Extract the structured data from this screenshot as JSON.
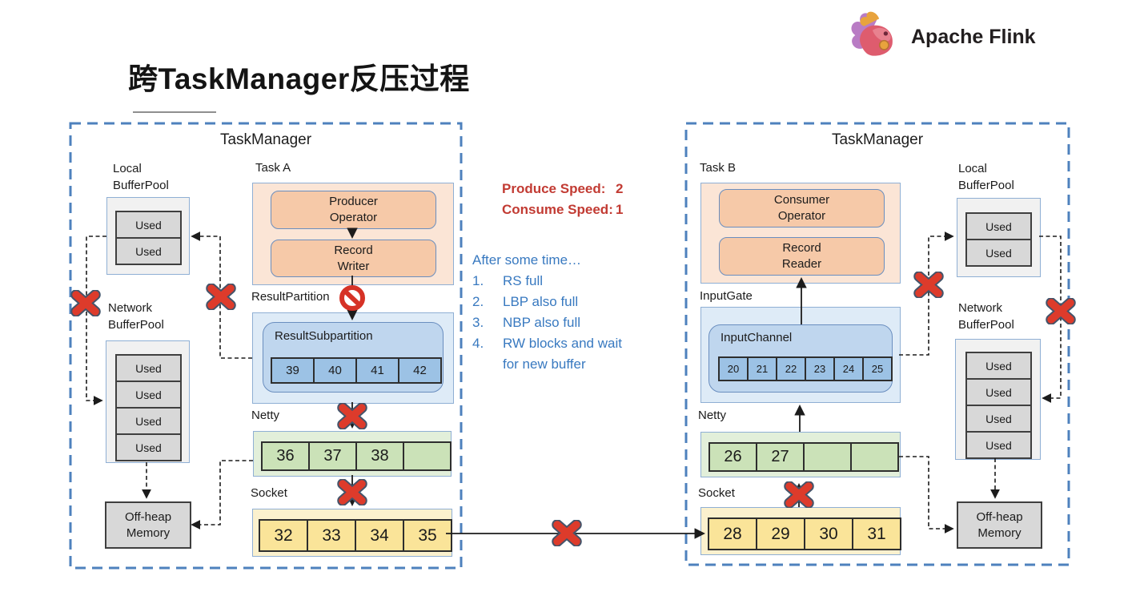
{
  "title": "跨TaskManager反压过程",
  "logo": {
    "text": "Apache Flink"
  },
  "colors": {
    "dashed_border_blue": "#4E81BD",
    "red_text": "#C23B33",
    "blue_text": "#3879C0",
    "x_mark_red": "#DD3B2B",
    "task_box_fill": "#FBE5D6",
    "task_inner_fill": "#F6C9A8",
    "partition_fill": "#DEEBF7",
    "partition_inner_fill": "#BFD6EE",
    "partition_cell_fill": "#9CC2E5",
    "netty_fill": "#E2EFDA",
    "netty_cell_fill": "#CBE2B8",
    "socket_fill": "#FBF1CE",
    "socket_cell_fill": "#FAE499",
    "pool_fill": "#F1F1F1",
    "used_cell_fill": "#D8D8D8"
  },
  "annotations": {
    "produce_label": "Produce Speed:",
    "produce_value": "2",
    "consume_label": "Consume Speed:",
    "consume_value": "1",
    "after_title": "After some time…",
    "steps": [
      {
        "num": "1.",
        "text": "RS full"
      },
      {
        "num": "2.",
        "text": "LBP also full"
      },
      {
        "num": "3.",
        "text": "NBP also full"
      },
      {
        "num": "4.",
        "text": "RW blocks and wait"
      }
    ],
    "step4_cont": "for new buffer"
  },
  "left_tm": {
    "title": "TaskManager",
    "task_label": "Task A",
    "op1_line1": "Producer",
    "op1_line2": "Operator",
    "op2_line1": "Record",
    "op2_line2": "Writer",
    "partition_label": "ResultPartition",
    "subpartition_label": "ResultSubpartition",
    "subpartition_cells": [
      "39",
      "40",
      "41",
      "42"
    ],
    "netty_label": "Netty",
    "netty_cells": [
      "36",
      "37",
      "38",
      ""
    ],
    "socket_label": "Socket",
    "socket_cells": [
      "32",
      "33",
      "34",
      "35"
    ],
    "lbp_line1": "Local",
    "lbp_line2": "BufferPool",
    "lbp_cells": [
      "Used",
      "Used"
    ],
    "nbp_line1": "Network",
    "nbp_line2": "BufferPool",
    "nbp_cells": [
      "Used",
      "Used",
      "Used",
      "Used"
    ],
    "offheap_line1": "Off-heap",
    "offheap_line2": "Memory"
  },
  "right_tm": {
    "title": "TaskManager",
    "task_label": "Task B",
    "op1_line1": "Consumer",
    "op1_line2": "Operator",
    "op2_line1": "Record",
    "op2_line2": "Reader",
    "inputgate_label": "InputGate",
    "inputchannel_label": "InputChannel",
    "inputchannel_cells": [
      "20",
      "21",
      "22",
      "23",
      "24",
      "25"
    ],
    "netty_label": "Netty",
    "netty_cells": [
      "26",
      "27",
      "",
      ""
    ],
    "socket_label": "Socket",
    "socket_cells": [
      "28",
      "29",
      "30",
      "31"
    ],
    "lbp_line1": "Local",
    "lbp_line2": "BufferPool",
    "lbp_cells": [
      "Used",
      "Used"
    ],
    "nbp_line1": "Network",
    "nbp_line2": "BufferPool",
    "nbp_cells": [
      "Used",
      "Used",
      "Used",
      "Used"
    ],
    "offheap_line1": "Off-heap",
    "offheap_line2": "Memory"
  }
}
